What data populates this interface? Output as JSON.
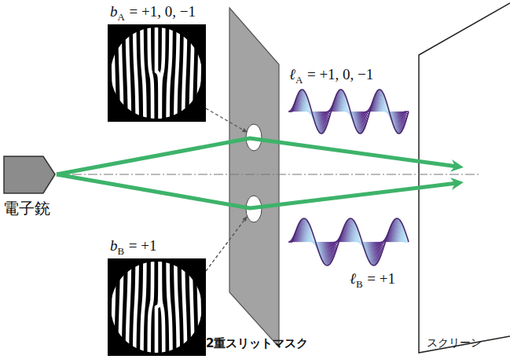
{
  "diagram": {
    "labels": [
      "b",
      "A",
      "= +1, 0, −1",
      "ℓ",
      "A",
      "= +1, 0, −1",
      "電子銃",
      "b",
      "B",
      "= +1",
      "ℓ",
      "B",
      "= +1",
      "2重スリットマスク",
      "スクリーン"
    ]
  }
}
